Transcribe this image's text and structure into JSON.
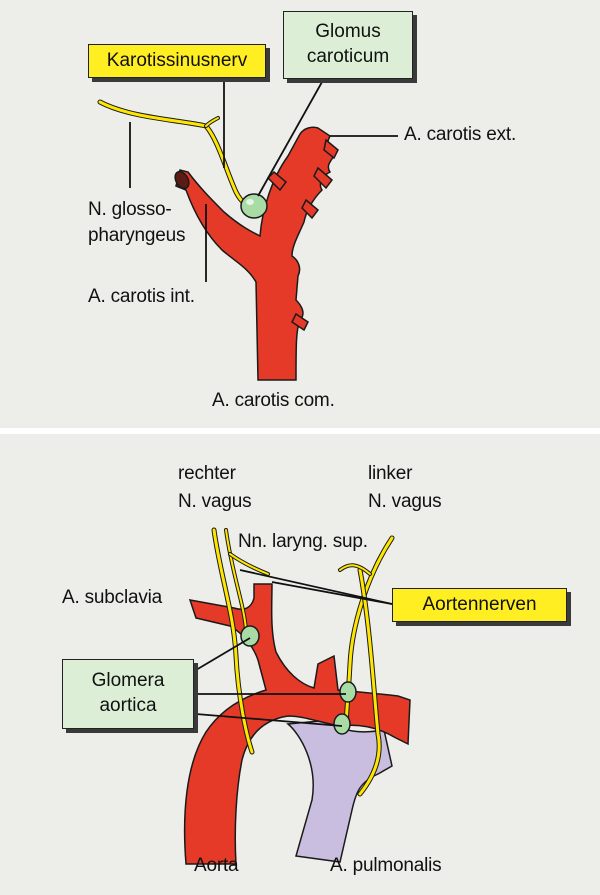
{
  "colors": {
    "artery": "#e53a28",
    "nerve": "#ffe600",
    "glomus": "#a9dca5",
    "pulmonary": "#c9bde0",
    "background": "#edeeea",
    "highlight_yellow": "#ffee22",
    "highlight_green": "#dcefd6"
  },
  "top": {
    "karotissinusnerv": "Karotissinusnerv",
    "glomus_line1": "Glomus",
    "glomus_line2": "caroticum",
    "carotis_ext": "A. carotis ext.",
    "glosso_line1": "N. glosso-",
    "glosso_line2": "pharyngeus",
    "carotis_int": "A. carotis  int.",
    "carotis_com": "A. carotis com."
  },
  "bottom": {
    "rechter_line1": "rechter",
    "rechter_line2": "N. vagus",
    "linker_line1": "linker",
    "linker_line2": "N. vagus",
    "laryng": "Nn. laryng. sup.",
    "subclavia": "A. subclavia",
    "aortennerven": "Aortennerven",
    "glomera_line1": "Glomera",
    "glomera_line2": "aortica",
    "aorta": "Aorta",
    "pulmonalis": "A. pulmonalis"
  }
}
